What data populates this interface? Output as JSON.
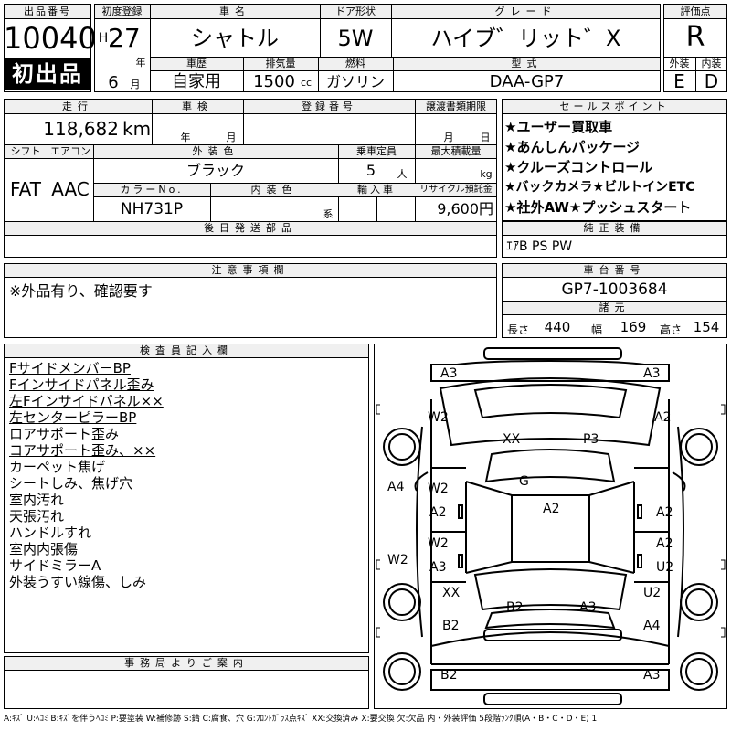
{
  "top": {
    "lot_label": "出品番号",
    "lot_number": "10040",
    "first_badge": "初出品",
    "reg_label": "初度登録",
    "era": "H",
    "year": "27",
    "year_unit": "年",
    "month": "6",
    "month_unit": "月",
    "car_name_label": "車名",
    "car_name": "シャトル",
    "door_label": "ドア形状",
    "door": "5W",
    "grade_label": "グレード",
    "grade": "ハイブ゛リット゛X",
    "score_label": "評価点",
    "score": "R",
    "history_label": "車歴",
    "history": "自家用",
    "displacement_label": "排気量",
    "displacement": "1500",
    "cc": "cc",
    "fuel_label": "燃料",
    "fuel": "ガソリン",
    "model_label": "型式",
    "model": "DAA-GP7",
    "exterior_label": "外装",
    "exterior": "E",
    "interior_label": "内装",
    "interior": "D"
  },
  "mid": {
    "mileage_label": "走行",
    "mileage": "118,682",
    "km": "km",
    "inspection_label": "車検",
    "year_unit": "年",
    "month_unit": "月",
    "plate_label": "登録番号",
    "transfer_label": "譲渡書類期限",
    "transfer_month": "月",
    "transfer_day": "日",
    "shift_label": "シフト",
    "shift": "FAT",
    "ac_label": "エアコン",
    "ac": "AAC",
    "color_label": "外装色",
    "color": "ブラック",
    "capacity_label": "乗車定員",
    "capacity": "5",
    "capacity_unit": "人",
    "load_label": "最大積載量",
    "load_unit": "kg",
    "color_no_label": "カラーNo.",
    "color_no": "NH731P",
    "int_color_label": "内装色",
    "int_color_unit": "系",
    "import_label": "輸入車",
    "recycle_label": "リサイクル預託金",
    "recycle": "9,600円",
    "later_parts_label": "後日発送部品"
  },
  "sales": {
    "label": "セールスポイント",
    "points": [
      "★ユーザー買取車",
      "★あんしんパッケージ",
      "★クルーズコントロール",
      "★バックカメラ★ビルトインETC",
      "★社外AW★プッシュスタート"
    ]
  },
  "equip": {
    "label": "純正装備",
    "value": "ｴｱB PS PW"
  },
  "notes": {
    "label": "注意事項欄",
    "value": "※外品有り、確認要す"
  },
  "chassis": {
    "label": "車台番号",
    "value": "GP7-1003684",
    "spec_label": "諸元",
    "length_label": "長さ",
    "length": "440",
    "width_label": "幅",
    "width": "169",
    "height_label": "高さ",
    "height": "154"
  },
  "inspector": {
    "label": "検査員記入欄",
    "lines": [
      "Fサイドメンバ－BP",
      "Fインサイドパネル歪み",
      "左Fインサイドパネル××",
      "左センターピラーBP",
      "ロアサポート歪み",
      "コアサポート歪み、××",
      "カーペット焦げ",
      "シートしみ、焦げ穴",
      "室内汚れ",
      "天張汚れ",
      "ハンドルすれ",
      "室内内張傷",
      "サイドミラーA",
      "外装うすい線傷、しみ"
    ]
  },
  "office": {
    "label": "事務局よりご案内"
  },
  "diagram": {
    "marks": [
      "A3",
      "A3",
      "W2",
      "A2",
      "XX",
      "P3",
      "G",
      "A4",
      "W2",
      "A2",
      "A2",
      "A2",
      "W2",
      "W2",
      "A3",
      "A2",
      "U2",
      "XX",
      "U2",
      "B2",
      "A3",
      "B2",
      "A4",
      "B2",
      "A3"
    ]
  },
  "legend": "A:ｷｽﾞ U:ﾍｺﾐ B:ｷｽﾞを伴うﾍｺﾐ P:要塗装 W:補修跡 S:錆 C:腐食、穴 G:ﾌﾛﾝﾄｶﾞﾗｽ点ｷｽﾞ XX:交換済み X:要交換 欠:欠品 内・外装評価 5段階ﾗﾝｸ順(A・B・C・D・E) 1"
}
